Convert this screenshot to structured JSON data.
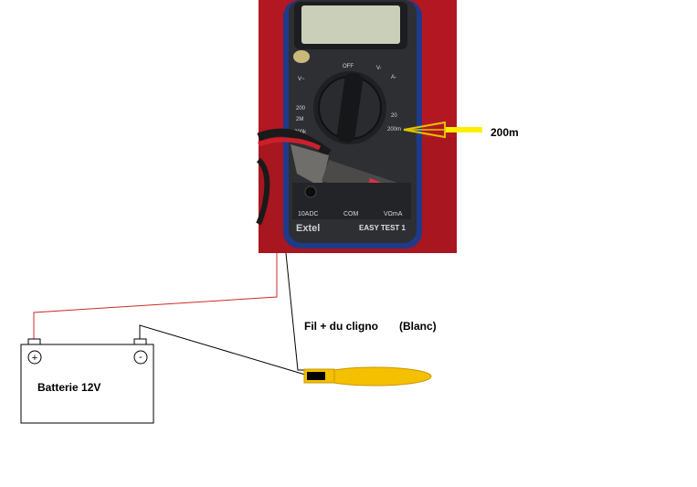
{
  "multimeter": {
    "brand": "Extel",
    "model": "EASY TEST 1",
    "terminals": [
      "10ADC",
      "COM",
      "VΩmA"
    ],
    "dial_marks": [
      "OFF",
      "V~",
      "V-",
      "A-",
      "200m",
      "20",
      "200",
      "2M",
      "200k"
    ]
  },
  "annotations": {
    "range_label": "200m",
    "wire_label": "Fil + du cligno",
    "wire_color_label": "(Blanc)",
    "battery_label": "Batterie 12V",
    "battery_plus": "+",
    "battery_minus": "-"
  },
  "colors": {
    "arrow": "#ffee00",
    "red_wire": "#cc2b2b",
    "black_wire": "#000000",
    "bulb": "#f5c000",
    "photo_background": "#b31722",
    "meter_body": "#2d2f33"
  }
}
